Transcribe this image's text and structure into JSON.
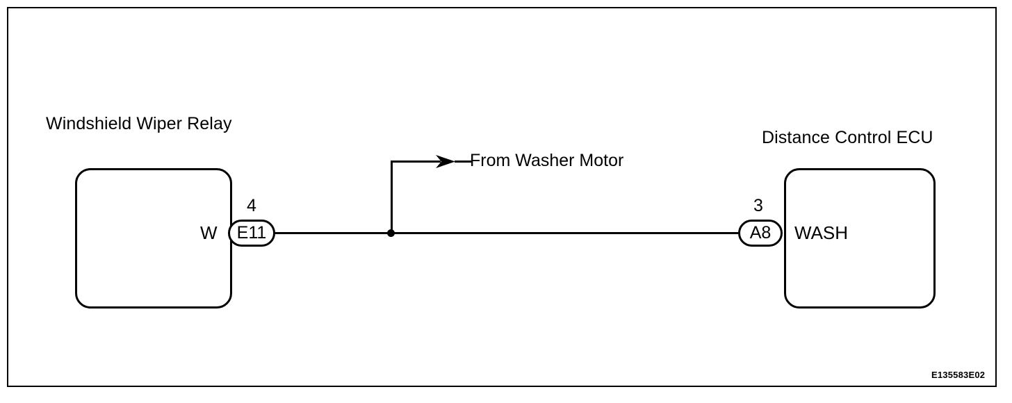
{
  "diagram": {
    "figure_code": "E135583E02",
    "components": {
      "relay": {
        "title": "Windshield Wiper Relay",
        "terminal_label": "W",
        "pin_number": "4",
        "connector_id": "E11"
      },
      "ecu": {
        "title": "Distance Control ECU",
        "terminal_label": "WASH",
        "pin_number": "3",
        "connector_id": "A8"
      }
    },
    "branch": {
      "label": "From Washer Motor"
    },
    "colors": {
      "line": "#000000",
      "background": "#ffffff"
    }
  }
}
